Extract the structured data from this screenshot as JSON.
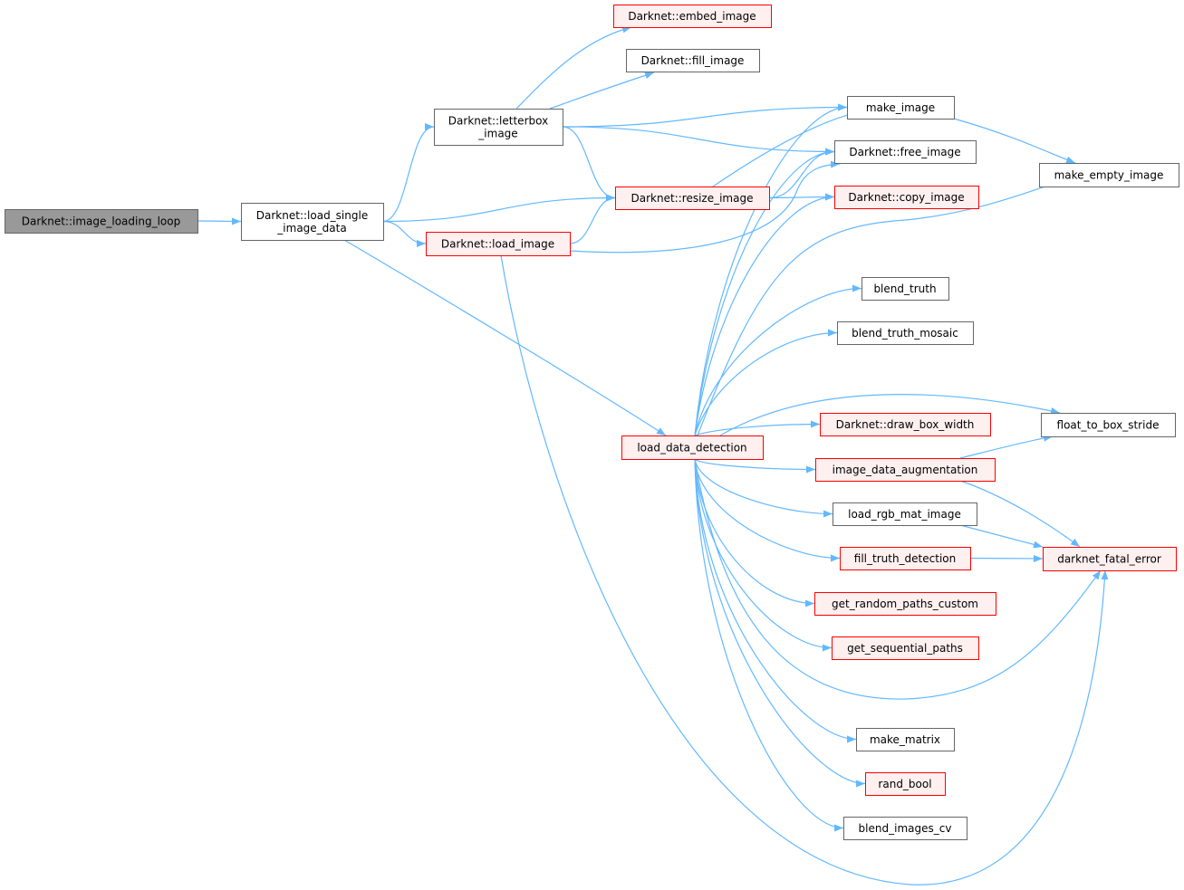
{
  "graph": {
    "type": "call-graph",
    "colors": {
      "edge": "#63b8ff",
      "root_fill": "#999999",
      "root_stroke": "#666666",
      "normal_fill": "#ffffff",
      "normal_stroke": "#666666",
      "red_fill": "#fff0f0",
      "red_stroke": "#ff0000"
    },
    "nodes": [
      {
        "id": "loop",
        "label": [
          "Darknet::image_loading_loop"
        ],
        "style": "root"
      },
      {
        "id": "lsid",
        "label": [
          "Darknet::load_single",
          "_image_data"
        ],
        "style": "normal"
      },
      {
        "id": "letterbox",
        "label": [
          "Darknet::letterbox",
          "_image"
        ],
        "style": "normal"
      },
      {
        "id": "load_image",
        "label": [
          "Darknet::load_image"
        ],
        "style": "red"
      },
      {
        "id": "embed",
        "label": [
          "Darknet::embed_image"
        ],
        "style": "red"
      },
      {
        "id": "fill_image",
        "label": [
          "Darknet::fill_image"
        ],
        "style": "normal"
      },
      {
        "id": "make_image",
        "label": [
          "make_image"
        ],
        "style": "normal"
      },
      {
        "id": "free_image",
        "label": [
          "Darknet::free_image"
        ],
        "style": "normal"
      },
      {
        "id": "resize",
        "label": [
          "Darknet::resize_image"
        ],
        "style": "red"
      },
      {
        "id": "copy",
        "label": [
          "Darknet::copy_image"
        ],
        "style": "red"
      },
      {
        "id": "make_empty",
        "label": [
          "make_empty_image"
        ],
        "style": "normal"
      },
      {
        "id": "ldd",
        "label": [
          "load_data_detection"
        ],
        "style": "red"
      },
      {
        "id": "blend_truth",
        "label": [
          "blend_truth"
        ],
        "style": "normal"
      },
      {
        "id": "blend_truth_mosaic",
        "label": [
          "blend_truth_mosaic"
        ],
        "style": "normal"
      },
      {
        "id": "float_box",
        "label": [
          "float_to_box_stride"
        ],
        "style": "normal"
      },
      {
        "id": "draw_box",
        "label": [
          "Darknet::draw_box_width"
        ],
        "style": "red"
      },
      {
        "id": "ida",
        "label": [
          "image_data_augmentation"
        ],
        "style": "red"
      },
      {
        "id": "lrmi",
        "label": [
          "load_rgb_mat_image"
        ],
        "style": "normal"
      },
      {
        "id": "ftd",
        "label": [
          "fill_truth_detection"
        ],
        "style": "red"
      },
      {
        "id": "fatal",
        "label": [
          "darknet_fatal_error"
        ],
        "style": "red"
      },
      {
        "id": "grpc",
        "label": [
          "get_random_paths_custom"
        ],
        "style": "red"
      },
      {
        "id": "gsp",
        "label": [
          "get_sequential_paths"
        ],
        "style": "red"
      },
      {
        "id": "make_matrix",
        "label": [
          "make_matrix"
        ],
        "style": "normal"
      },
      {
        "id": "rand_bool",
        "label": [
          "rand_bool"
        ],
        "style": "red"
      },
      {
        "id": "blend_cv",
        "label": [
          "blend_images_cv"
        ],
        "style": "normal"
      }
    ],
    "edges": [
      [
        "loop",
        "lsid"
      ],
      [
        "lsid",
        "letterbox"
      ],
      [
        "lsid",
        "resize"
      ],
      [
        "lsid",
        "load_image"
      ],
      [
        "lsid",
        "ldd"
      ],
      [
        "letterbox",
        "embed"
      ],
      [
        "letterbox",
        "fill_image"
      ],
      [
        "letterbox",
        "make_image"
      ],
      [
        "letterbox",
        "free_image"
      ],
      [
        "letterbox",
        "resize"
      ],
      [
        "load_image",
        "resize"
      ],
      [
        "load_image",
        "free_image"
      ],
      [
        "load_image",
        "fatal"
      ],
      [
        "resize",
        "make_image"
      ],
      [
        "resize",
        "free_image"
      ],
      [
        "resize",
        "copy"
      ],
      [
        "make_image",
        "make_empty"
      ],
      [
        "ldd",
        "make_image"
      ],
      [
        "ldd",
        "free_image"
      ],
      [
        "ldd",
        "copy"
      ],
      [
        "ldd",
        "make_empty"
      ],
      [
        "ldd",
        "blend_truth"
      ],
      [
        "ldd",
        "blend_truth_mosaic"
      ],
      [
        "ldd",
        "float_box"
      ],
      [
        "ldd",
        "draw_box"
      ],
      [
        "ldd",
        "ida"
      ],
      [
        "ldd",
        "lrmi"
      ],
      [
        "ldd",
        "ftd"
      ],
      [
        "ldd",
        "grpc"
      ],
      [
        "ldd",
        "gsp"
      ],
      [
        "ldd",
        "fatal"
      ],
      [
        "ldd",
        "make_matrix"
      ],
      [
        "ldd",
        "rand_bool"
      ],
      [
        "ldd",
        "blend_cv"
      ],
      [
        "ida",
        "float_box"
      ],
      [
        "ida",
        "fatal"
      ],
      [
        "lrmi",
        "fatal"
      ],
      [
        "ftd",
        "fatal"
      ]
    ]
  }
}
